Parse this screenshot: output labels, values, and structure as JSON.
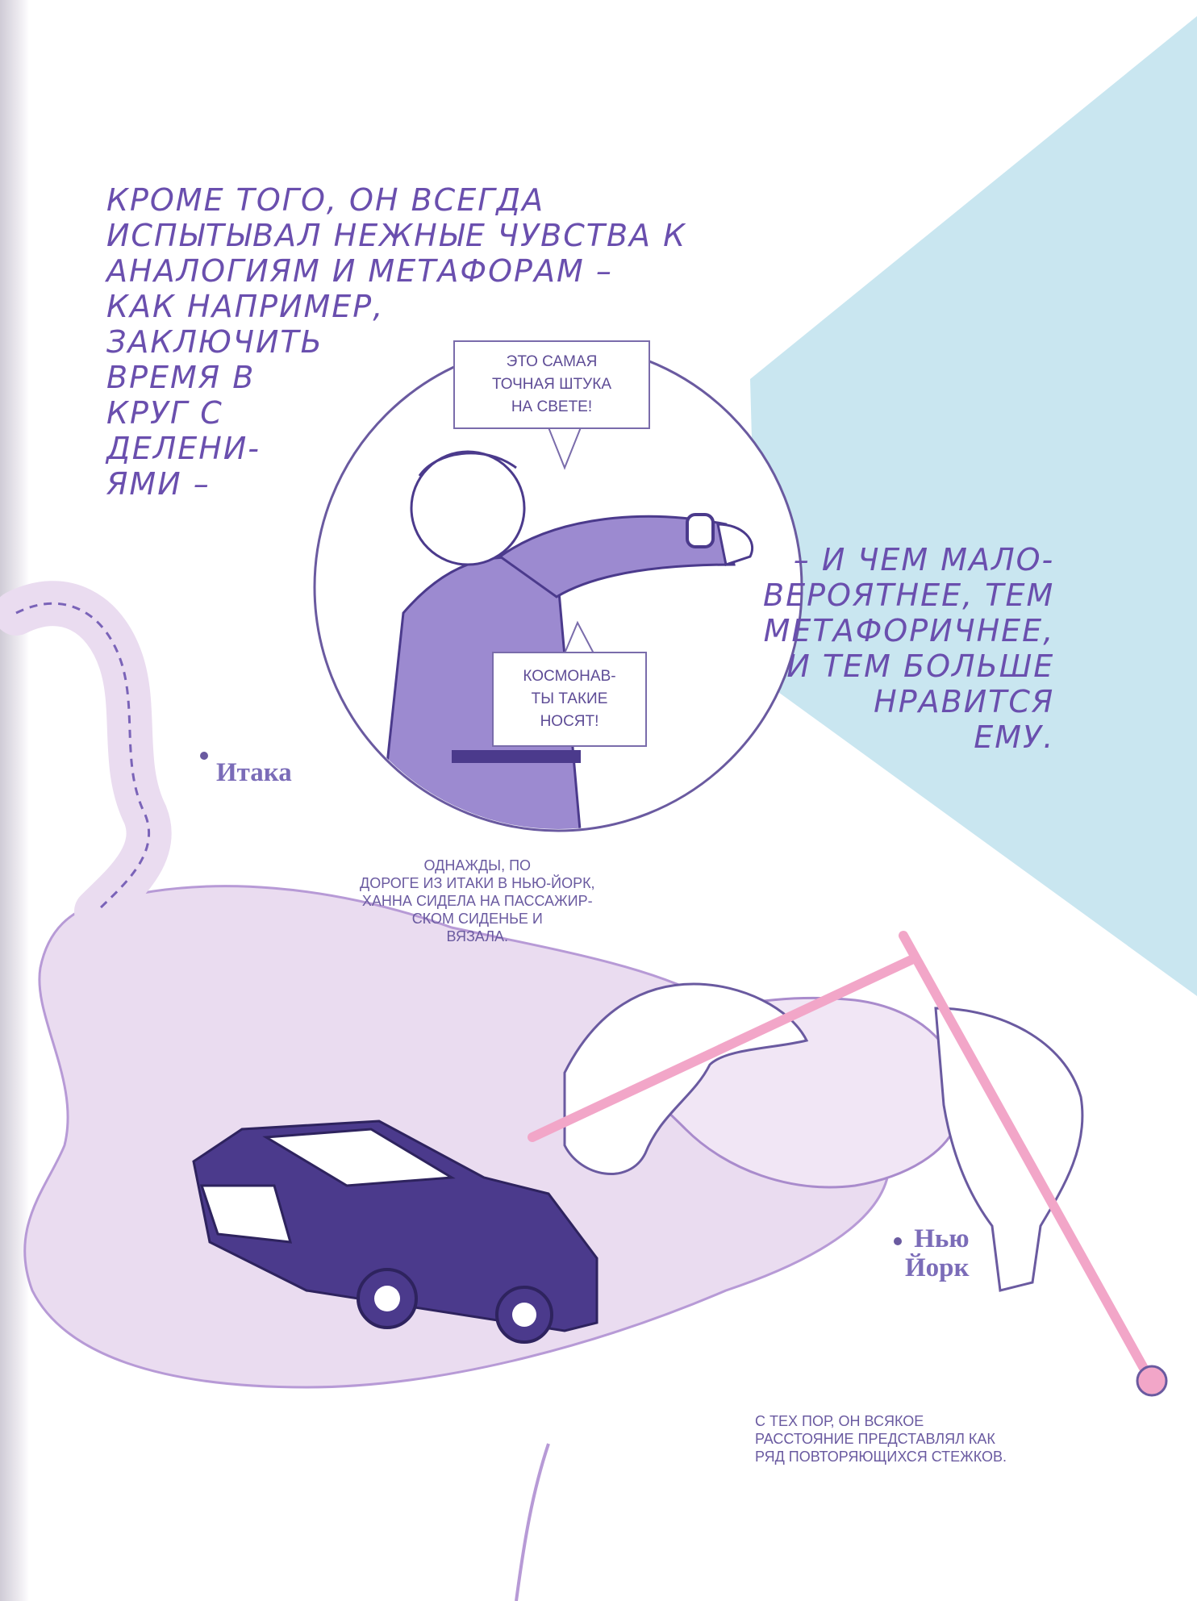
{
  "narration": {
    "top": "КРОМЕ ТОГО, ОН ВСЕГДА\nИСПЫТЫВАЛ НЕЖНЫЕ ЧУВСТВА К\nАНАЛОГИЯМ И МЕТАФОРАМ –\nКАК НАПРИМЕР,\nЗАКЛЮЧИТЬ\nВРЕМЯ В\nКРУГ С\nДЕЛЕНИ-\nЯМИ –",
    "right": "– И ЧЕМ МАЛО-\nВЕРОЯТНЕЕ, ТЕМ\nМЕТАФОРИЧНЕЕ,\nИ ТЕМ БОЛЬШЕ\nНРАВИТСЯ\nЕМУ."
  },
  "bubbles": {
    "watch": "ЭТО САМАЯ\nТОЧНАЯ ШТУКА\nНА СВЕТЕ!",
    "cosmonauts": "КОСМОНАВ-\nТЫ ТАКИЕ\nНОСЯТ!"
  },
  "captions": {
    "trip": "ОДНАЖДЫ, ПО\nДОРОГЕ ИЗ ИТАКИ В НЬЮ-ЙОРК,\nХАННА СИДЕЛА НА ПАССАЖИР-\nСКОМ СИДЕНЬЕ И\nВЯЗАЛА.",
    "stitches": "С ТЕХ ПОР, ОН ВСЯКОЕ\nРАССТОЯНИЕ ПРЕДСТАВЛЯЛ КАК\nРЯД ПОВТОРЯЮЩИХСЯ СТЕЖКОВ."
  },
  "places": {
    "ithaca": "Итака",
    "newyork": "Нью\nЙорк"
  },
  "colors": {
    "ink": "#6a4fae",
    "lightbeam": "#c9e6f0",
    "knit": "#eadcf0",
    "yarn": "#7a63b8",
    "needle": "#f2a6c8"
  }
}
